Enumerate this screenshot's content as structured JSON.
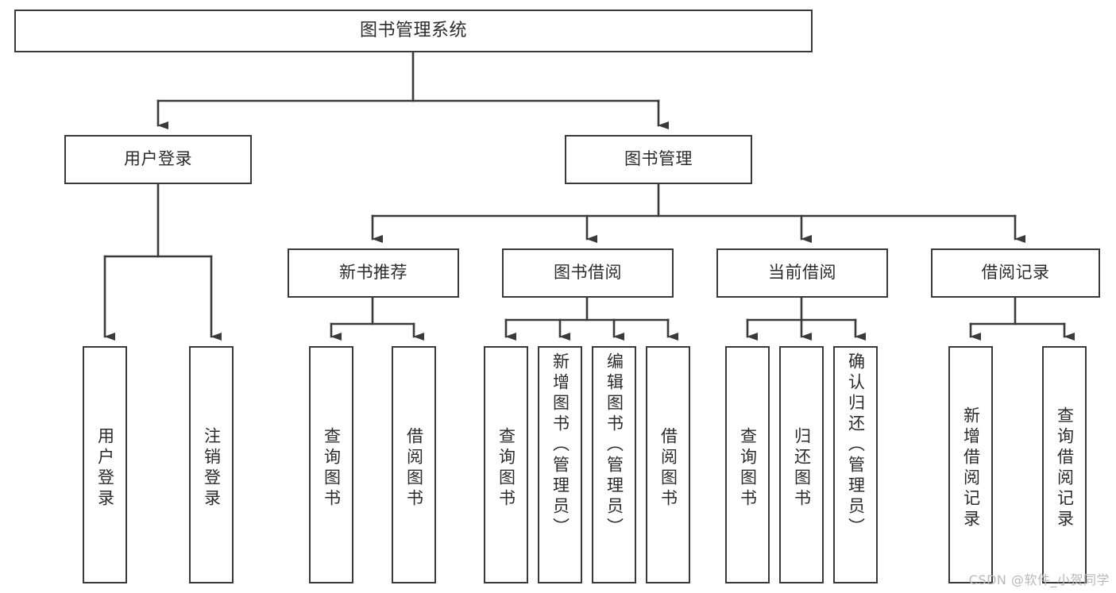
{
  "diagram": {
    "title": "图书管理系统",
    "type": "tree-hierarchy-diagram",
    "colors": {
      "border": "#3a3a3a",
      "text": "#2b2b2b",
      "background": "#ffffff",
      "connector": "#3a3a3a",
      "watermark": "#b9b9b9"
    },
    "levels": {
      "root": {
        "label": "图书管理系统"
      },
      "level2": [
        {
          "label": "用户登录"
        },
        {
          "label": "图书管理"
        }
      ],
      "level3": [
        {
          "label": "新书推荐"
        },
        {
          "label": "图书借阅"
        },
        {
          "label": "当前借阅"
        },
        {
          "label": "借阅记录"
        }
      ],
      "leaves": {
        "user_login": [
          {
            "label": "用户登录"
          },
          {
            "label": "注销登录"
          }
        ],
        "new_book_recommend": [
          {
            "label": "查询图书"
          },
          {
            "label": "借阅图书"
          }
        ],
        "book_borrow": [
          {
            "label": "查询图书"
          },
          {
            "label": "新增图书（管理员）"
          },
          {
            "label": "编辑图书（管理员）"
          },
          {
            "label": "借阅图书"
          }
        ],
        "current_borrow": [
          {
            "label": "查询图书"
          },
          {
            "label": "归还图书"
          },
          {
            "label": "确认归还（管理员）"
          }
        ],
        "borrow_record": [
          {
            "label": "新增借阅记录"
          },
          {
            "label": "查询借阅记录"
          }
        ]
      }
    },
    "watermark": "CSDN @软件_小贺同学"
  }
}
